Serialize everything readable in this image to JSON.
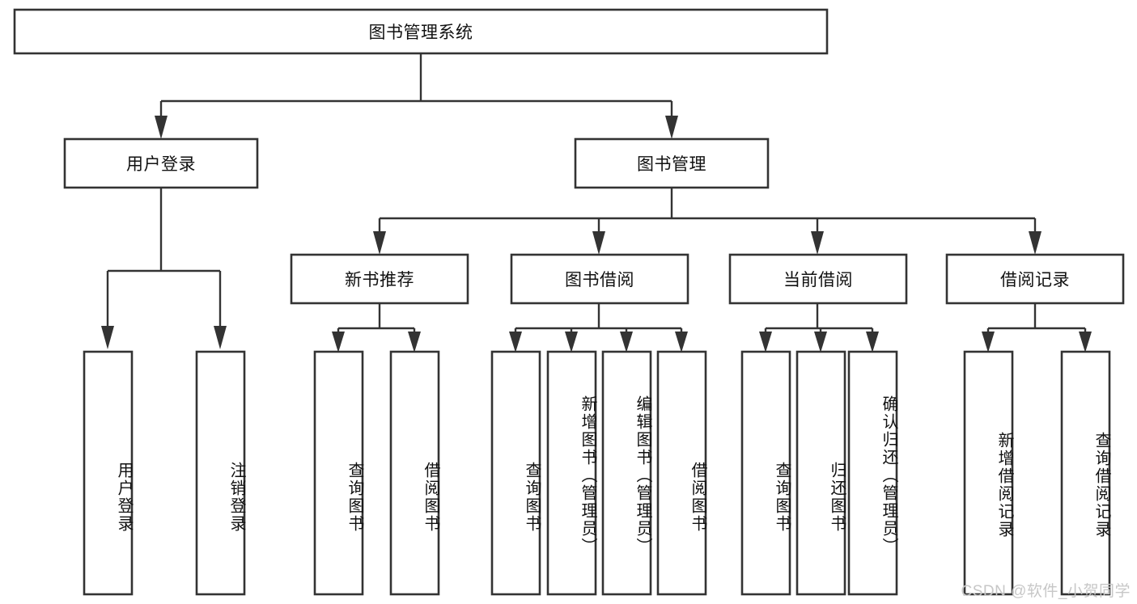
{
  "diagram": {
    "type": "tree-hierarchy",
    "title": "图书管理系统",
    "watermark": "CSDN @软件_小贺同学",
    "colors": {
      "box_stroke": "#333333",
      "box_fill": "#ffffff",
      "edge": "#333333",
      "text": "#111111",
      "watermark": "#c7c7c7",
      "background": "#ffffff"
    },
    "levels": {
      "root": {
        "label": "图书管理系统"
      },
      "level2": [
        {
          "id": "user-login",
          "label": "用户登录"
        },
        {
          "id": "book-management",
          "label": "图书管理"
        }
      ],
      "level3": [
        {
          "id": "new-book-recommend",
          "label": "新书推荐",
          "parent": "book-management"
        },
        {
          "id": "book-borrow",
          "label": "图书借阅",
          "parent": "book-management"
        },
        {
          "id": "current-borrow",
          "label": "当前借阅",
          "parent": "book-management"
        },
        {
          "id": "borrow-record",
          "label": "借阅记录",
          "parent": "book-management"
        }
      ],
      "leaves": [
        {
          "id": "leaf-user-login",
          "label": "用户登录",
          "parent": "user-login"
        },
        {
          "id": "leaf-user-logout",
          "label": "注销登录",
          "parent": "user-login"
        },
        {
          "id": "leaf-query-book-rec",
          "label": "查询图书",
          "parent": "new-book-recommend"
        },
        {
          "id": "leaf-borrow-book-rec",
          "label": "借阅图书",
          "parent": "new-book-recommend"
        },
        {
          "id": "leaf-query-book-borrow",
          "label": "查询图书",
          "parent": "book-borrow"
        },
        {
          "id": "leaf-add-book",
          "label": "新增图书（管理员）",
          "parent": "book-borrow"
        },
        {
          "id": "leaf-edit-book",
          "label": "编辑图书（管理员）",
          "parent": "book-borrow"
        },
        {
          "id": "leaf-borrow-book",
          "label": "借阅图书",
          "parent": "book-borrow"
        },
        {
          "id": "leaf-query-book-current",
          "label": "查询图书",
          "parent": "current-borrow"
        },
        {
          "id": "leaf-return-book",
          "label": "归还图书",
          "parent": "current-borrow"
        },
        {
          "id": "leaf-confirm-return",
          "label": "确认归还（管理员）",
          "parent": "current-borrow"
        },
        {
          "id": "leaf-add-record",
          "label": "新增借阅记录",
          "parent": "borrow-record"
        },
        {
          "id": "leaf-query-record",
          "label": "查询借阅记录",
          "parent": "borrow-record"
        }
      ]
    }
  }
}
